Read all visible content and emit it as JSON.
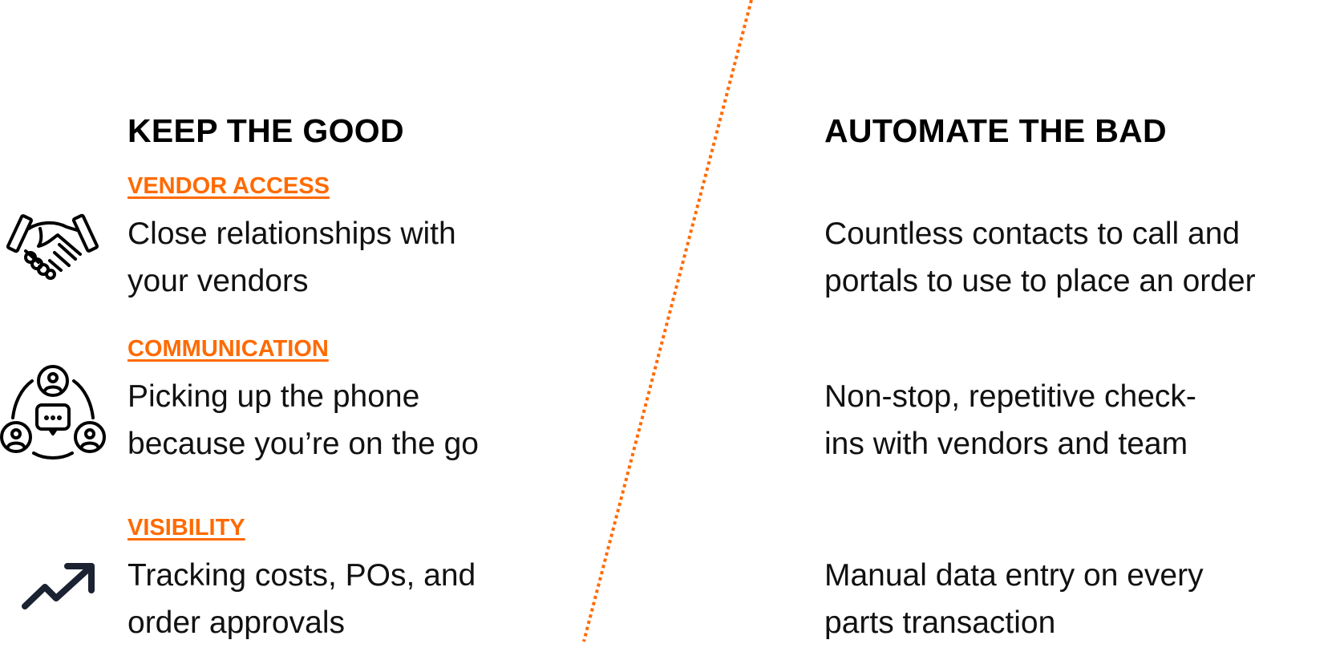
{
  "colors": {
    "accent": "#ff6a00",
    "text": "#111111",
    "heading": "#000000",
    "icon_dark": "#1b2232"
  },
  "left": {
    "title": "KEEP THE GOOD",
    "items": [
      {
        "label": "VENDOR ACCESS",
        "icon": "handshake-icon",
        "lines": [
          "Close relationships with",
          "your vendors"
        ]
      },
      {
        "label": "COMMUNICATION",
        "icon": "team-chat-icon",
        "lines": [
          "Picking up the phone",
          "because you’re on the go"
        ]
      },
      {
        "label": "VISIBILITY",
        "icon": "trending-up-icon",
        "lines": [
          "Tracking costs, POs, and",
          "order approvals"
        ]
      }
    ]
  },
  "right": {
    "title": "AUTOMATE THE BAD",
    "items": [
      {
        "lines": [
          "Countless contacts to call and",
          "portals to use to place an order"
        ]
      },
      {
        "lines": [
          "Non-stop, repetitive check-",
          "ins with vendors and team"
        ]
      },
      {
        "lines": [
          "Manual data entry on every",
          "parts transaction"
        ]
      }
    ]
  }
}
